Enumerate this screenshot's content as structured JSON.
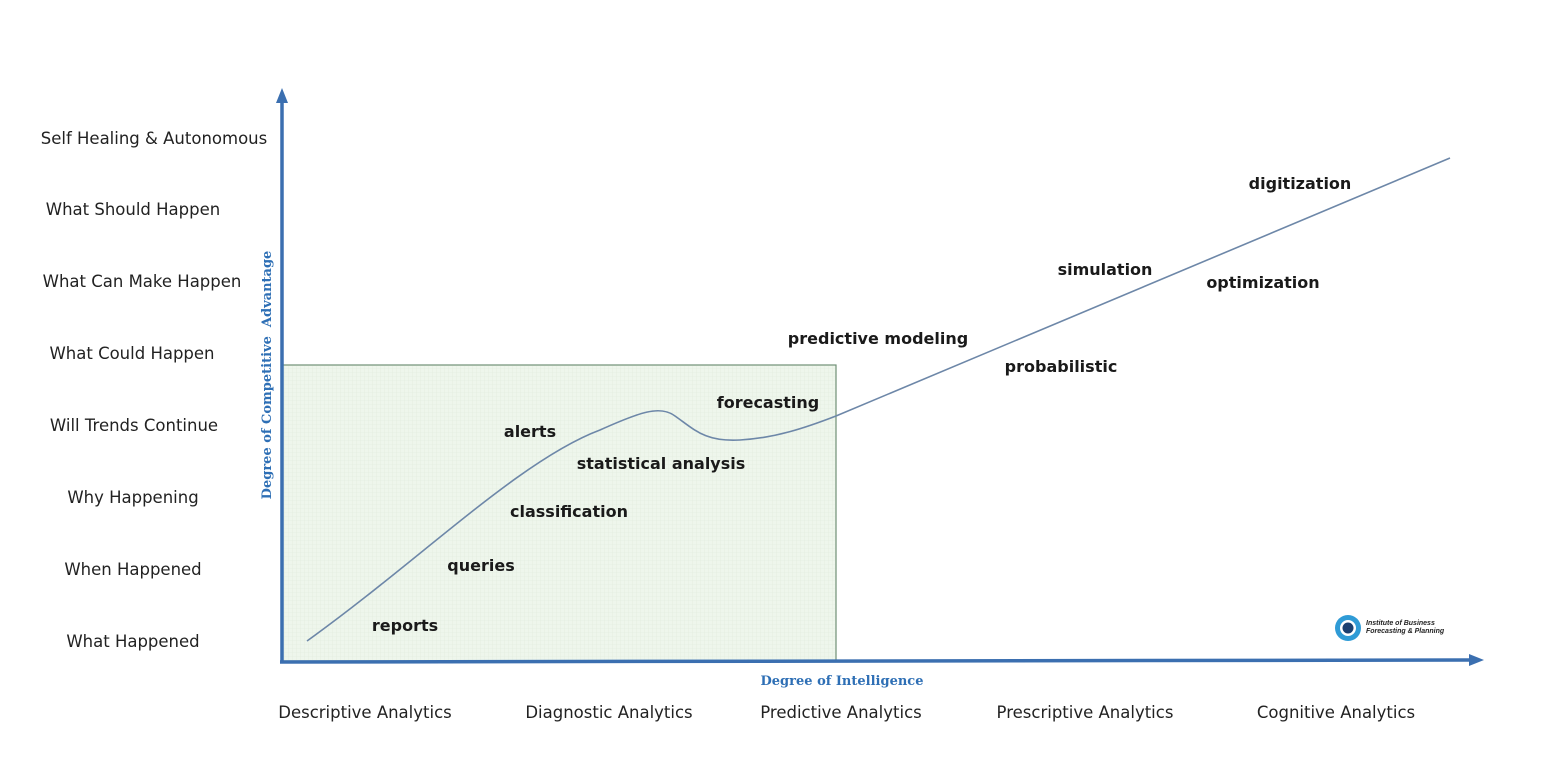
{
  "y_axis": {
    "title": "Degree of Competitive  Advantage",
    "levels": [
      "Self Healing & Autonomous",
      "What Should Happen",
      "What Can Make Happen",
      "What Could Happen",
      "Will Trends Continue",
      "Why Happening",
      "When Happened",
      "What Happened"
    ]
  },
  "x_axis": {
    "title": "Degree of Intelligence",
    "categories": [
      "Descriptive Analytics",
      "Diagnostic Analytics",
      "Predictive Analytics",
      "Prescriptive Analytics",
      "Cognitive Analytics"
    ]
  },
  "curve_labels": {
    "reports": "reports",
    "queries": "queries",
    "classification": "classification",
    "alerts": "alerts",
    "statistical_analysis": "statistical analysis",
    "forecasting": "forecasting",
    "predictive_modeling": "predictive modeling",
    "probabilistic": "probabilistic",
    "simulation": "simulation",
    "optimization": "optimization",
    "digitization": "digitization"
  },
  "logo": {
    "text_line1": "Institute of Business",
    "text_line2": "Forecasting & Planning"
  },
  "colors": {
    "axis": "#3b6fb0",
    "curve": "#6d87a8",
    "box_fill": "#eef6ec",
    "box_stroke": "#6f8f76"
  }
}
